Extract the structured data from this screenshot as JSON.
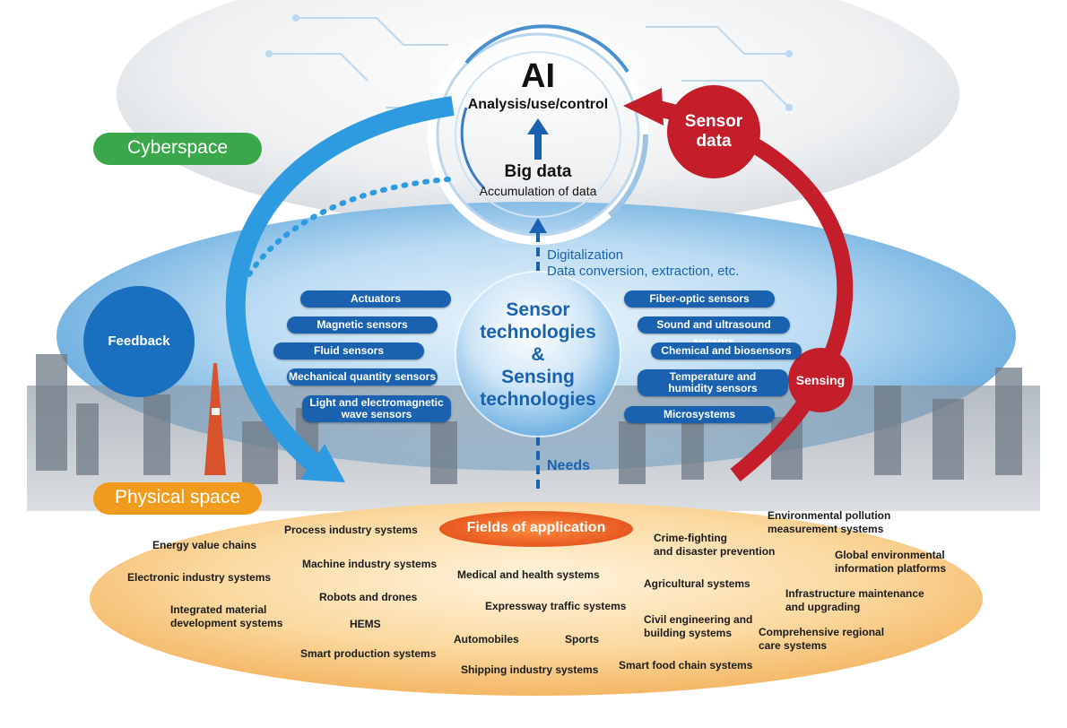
{
  "ai": {
    "title": "AI",
    "subtitle": "Analysis/use/control"
  },
  "bigdata": {
    "title": "Big data",
    "subtitle": "Accumulation of data"
  },
  "cyberspace_label": "Cyberspace",
  "physical_space_label": "Physical space",
  "feedback_label": "Feedback",
  "sensor_data_label": "Sensor data",
  "sensing_label": "Sensing",
  "digitalization": {
    "line1": "Digitalization",
    "line2": "Data conversion, extraction, etc."
  },
  "needs_label": "Needs",
  "core": {
    "line1": "Sensor",
    "line2": "technologies",
    "line3": "&",
    "line4": "Sensing",
    "line5": "technologies"
  },
  "left_sensors": [
    "Actuators",
    "Magnetic sensors",
    "Fluid sensors",
    "Mechanical quantity sensors",
    "Light and electromagnetic wave sensors"
  ],
  "right_sensors": [
    "Fiber-optic sensors",
    "Sound and ultrasound sensors",
    "Chemical and biosensors",
    "Temperature and humidity sensors",
    "Microsystems"
  ],
  "fields_title": "Fields of application",
  "fields": [
    "Process industry systems",
    "Energy value chains",
    "Machine industry systems",
    "Electronic industry systems",
    "Robots and drones",
    "Integrated material\ndevelopment systems",
    "HEMS",
    "Smart production systems",
    "Medical and health systems",
    "Expressway traffic systems",
    "Automobiles",
    "Sports",
    "Shipping industry systems",
    "Crime-fighting\nand disaster prevention",
    "Agricultural systems",
    "Civil engineering and\nbuilding systems",
    "Smart food chain systems",
    "Environmental pollution\nmeasurement systems",
    "Global environmental\ninformation platforms",
    "Infrastructure maintenance\nand upgrading",
    "Comprehensive regional\ncare systems"
  ],
  "colors": {
    "blue": "#1a62b0",
    "green": "#3aa84a",
    "orange": "#f09a1e",
    "red": "#c41e2a",
    "sky": "#2e9be0"
  }
}
